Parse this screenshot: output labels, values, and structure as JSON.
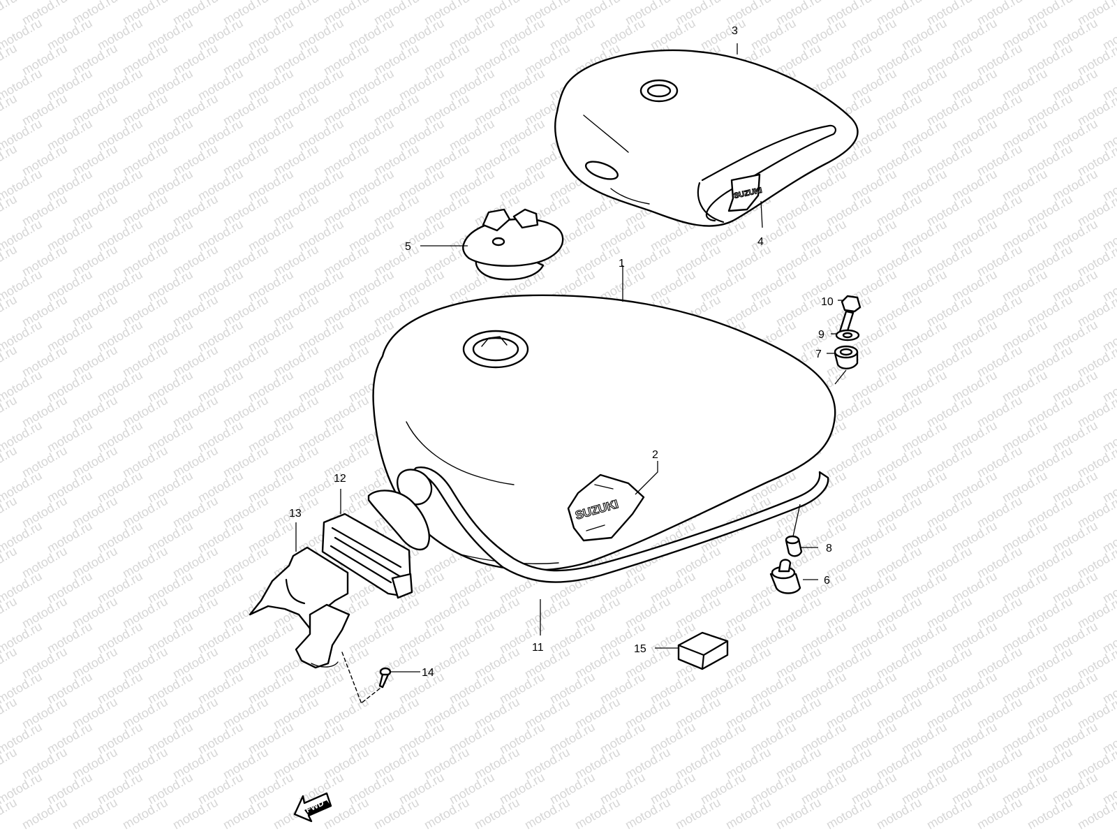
{
  "watermark_text": "motod.ru",
  "direction_label": "FWD",
  "logo_text": "SUZUKI",
  "parts": [
    {
      "number": "1"
    },
    {
      "number": "2"
    },
    {
      "number": "3"
    },
    {
      "number": "4"
    },
    {
      "number": "5"
    },
    {
      "number": "6"
    },
    {
      "number": "7"
    },
    {
      "number": "8"
    },
    {
      "number": "9"
    },
    {
      "number": "10"
    },
    {
      "number": "11"
    },
    {
      "number": "12"
    },
    {
      "number": "13"
    },
    {
      "number": "14"
    },
    {
      "number": "15"
    }
  ],
  "colors": {
    "line": "#000000",
    "watermark": "#d6d6d6",
    "background": "#ffffff"
  }
}
